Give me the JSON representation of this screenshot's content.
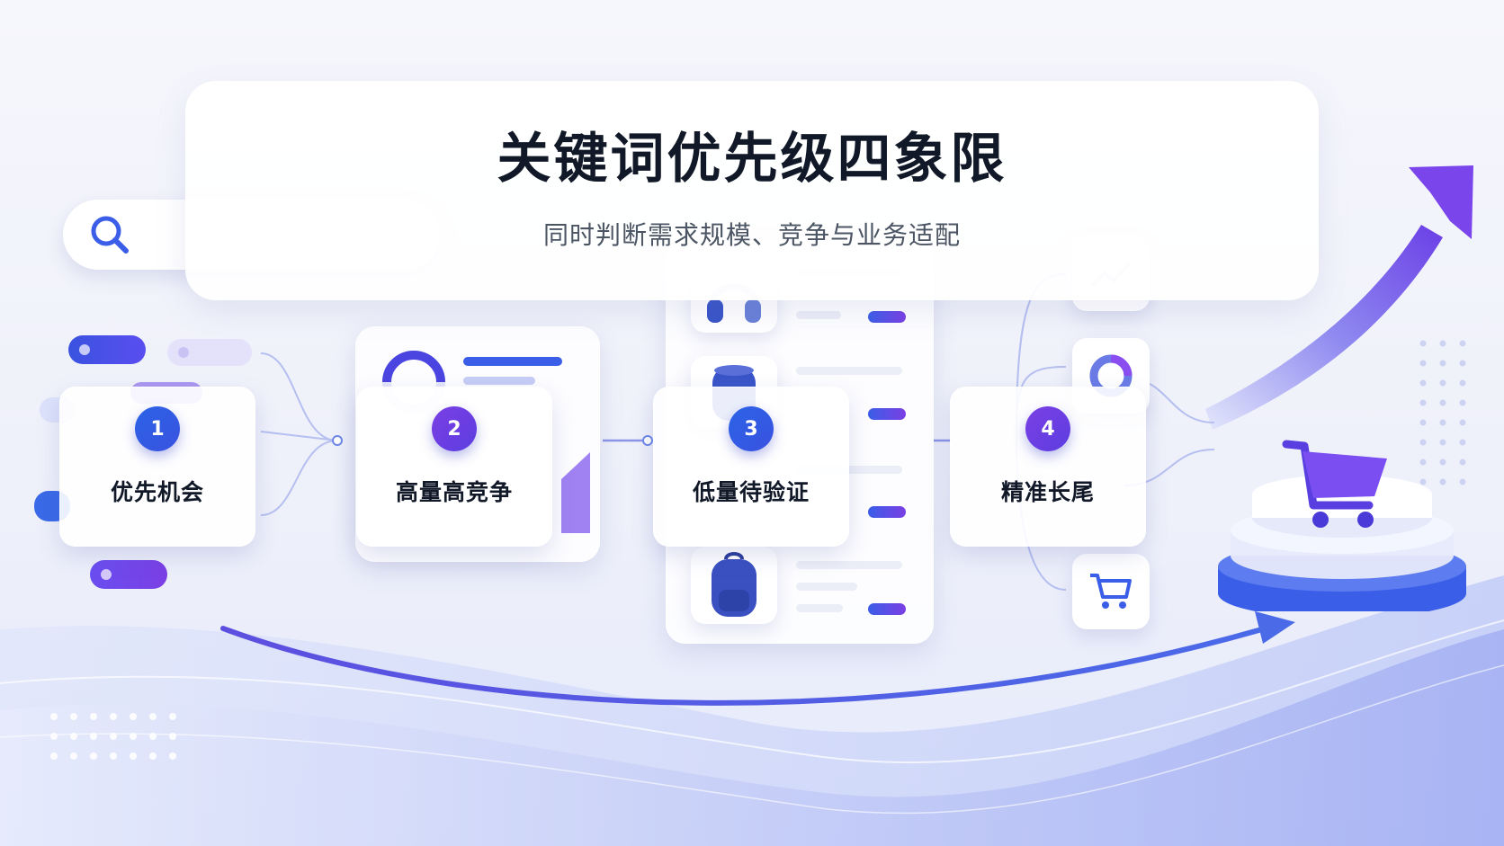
{
  "header": {
    "title": "关键词优先级四象限",
    "subtitle": "同时判断需求规模、竞争与业务适配"
  },
  "quadrants": [
    {
      "number": "1",
      "label": "优先机会"
    },
    {
      "number": "2",
      "label": "高量高竞争"
    },
    {
      "number": "3",
      "label": "低量待验证"
    },
    {
      "number": "4",
      "label": "精准长尾"
    }
  ],
  "colors": {
    "accent_blue": "#2b63e6",
    "accent_purple": "#7b3fe4",
    "title_text": "#111827",
    "subtitle_text": "#4b5563"
  },
  "icons": [
    "search-icon",
    "headphones-icon",
    "speaker-icon",
    "backpack-icon",
    "trend-chart-icon",
    "donut-chart-icon",
    "shopping-cart-icon",
    "upward-arrow-icon",
    "podium-icon"
  ]
}
